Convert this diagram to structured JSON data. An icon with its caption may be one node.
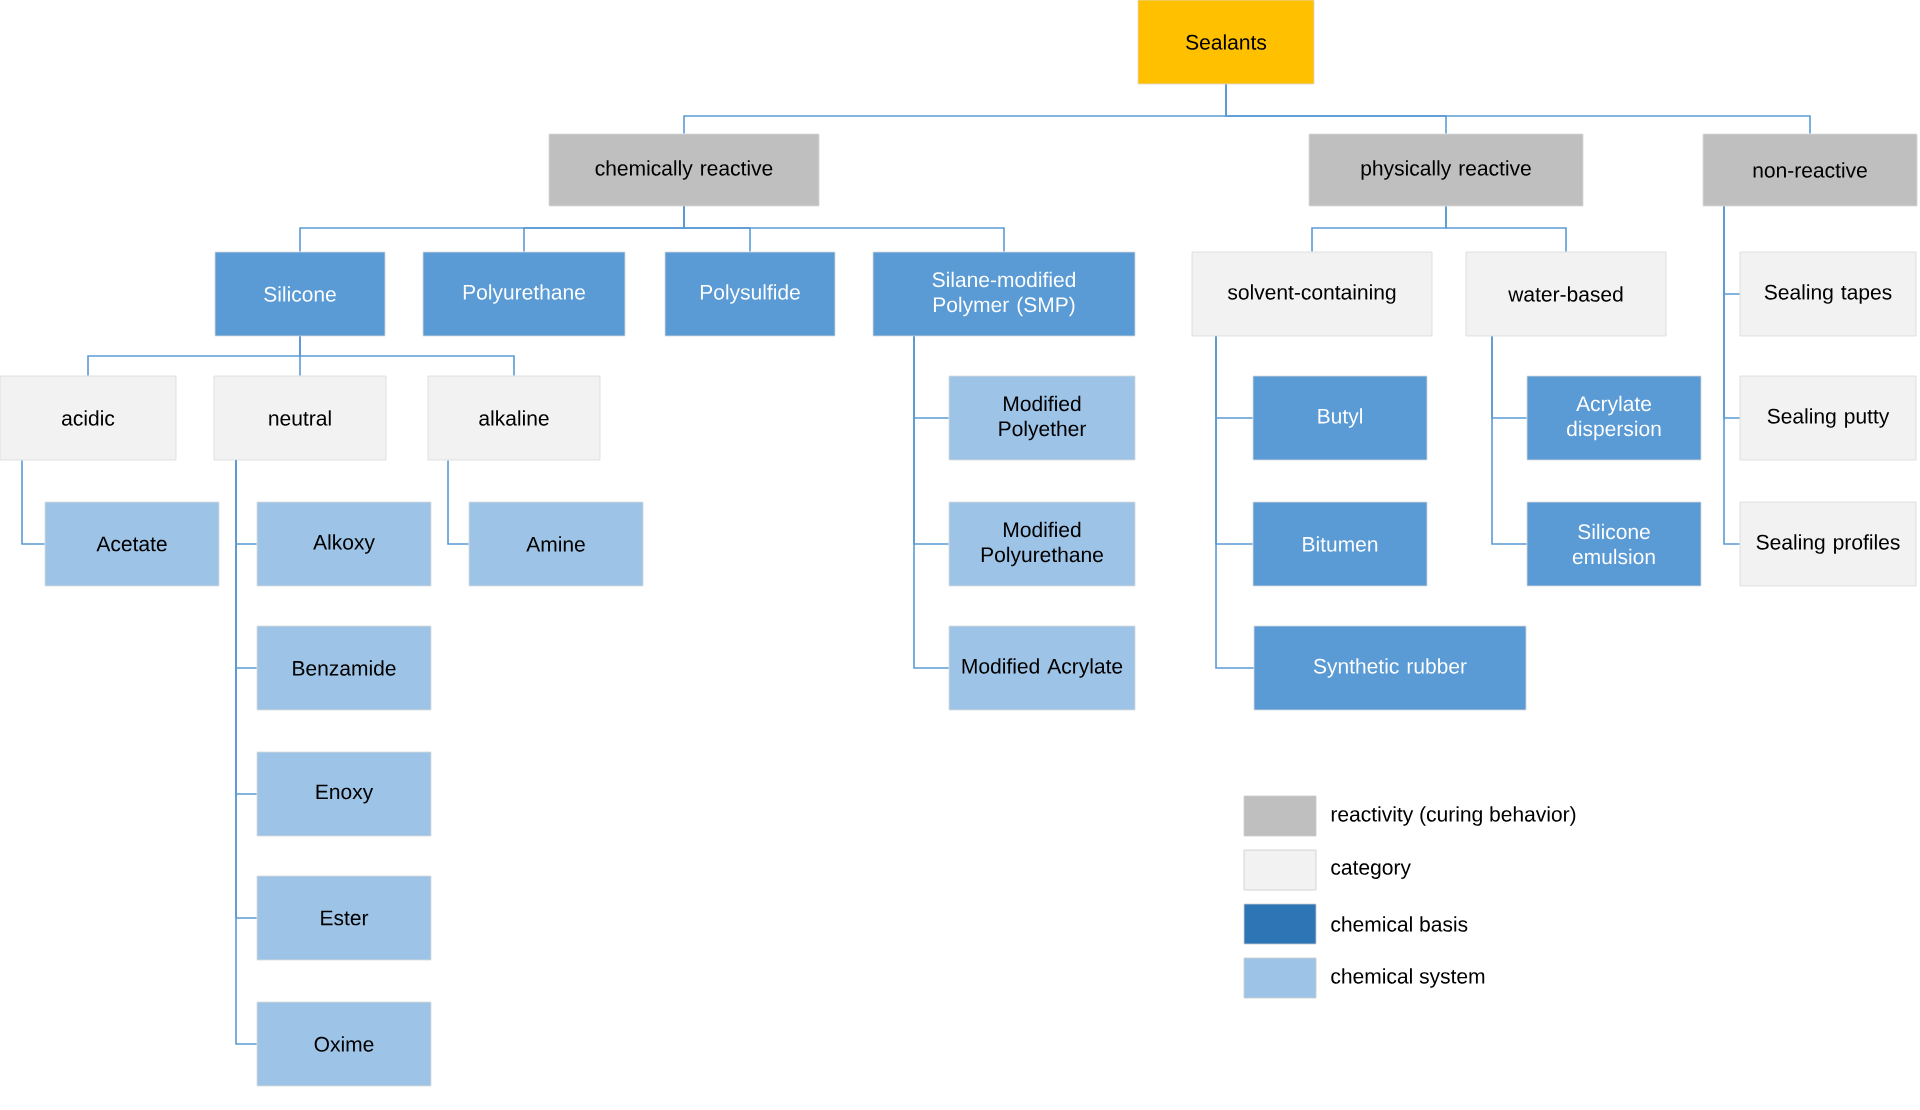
{
  "diagram": {
    "nodes": [
      {
        "text": [
          "Sealants"
        ]
      },
      {
        "text": [
          "chemically reactive"
        ]
      },
      {
        "text": [
          "physically reactive"
        ]
      },
      {
        "text": [
          "non-reactive"
        ]
      },
      {
        "text": [
          "Silicone"
        ]
      },
      {
        "text": [
          "Polyurethane"
        ]
      },
      {
        "text": [
          "Polysulfide"
        ]
      },
      {
        "text": [
          "Silane-modified Polymer (SMP)"
        ]
      },
      {
        "text": [
          "solvent-containing"
        ]
      },
      {
        "text": [
          "water-based"
        ]
      },
      {
        "text": [
          "Sealing tapes"
        ]
      },
      {
        "text": [
          "acidic"
        ]
      },
      {
        "text": [
          "neutral"
        ]
      },
      {
        "text": [
          "alkaline"
        ]
      },
      {
        "text": [
          "Modified Polyether"
        ]
      },
      {
        "text": [
          "Butyl"
        ]
      },
      {
        "text": [
          "Acrylate dispersion"
        ]
      },
      {
        "text": [
          "Sealing putty"
        ]
      },
      {
        "text": [
          "Acetate"
        ]
      },
      {
        "text": [
          "Alkoxy"
        ]
      },
      {
        "text": [
          "Amine"
        ]
      },
      {
        "text": [
          "Modified Polyurethane"
        ]
      },
      {
        "text": [
          "Bitumen"
        ]
      },
      {
        "text": [
          "Silicone emulsion"
        ]
      },
      {
        "text": [
          "Sealing profiles"
        ]
      },
      {
        "text": [
          "Benzamide"
        ]
      },
      {
        "text": [
          "Modified Acrylate"
        ]
      },
      {
        "text": [
          "Synthetic rubber"
        ]
      },
      {
        "text": [
          "Enoxy"
        ]
      },
      {
        "text": [
          "Ester"
        ]
      },
      {
        "text": [
          "Oxime"
        ]
      }
    ],
    "edges": [
      {
        "from": 0,
        "to": 1,
        "arrow": "none"
      },
      {
        "from": 0,
        "to": 2,
        "arrow": "none"
      },
      {
        "from": 0,
        "to": 3,
        "arrow": "none"
      },
      {
        "from": 1,
        "to": 4,
        "arrow": "none"
      },
      {
        "from": 1,
        "to": 5,
        "arrow": "none"
      },
      {
        "from": 1,
        "to": 6,
        "arrow": "none"
      },
      {
        "from": 1,
        "to": 7,
        "arrow": "none"
      },
      {
        "from": 2,
        "to": 8,
        "arrow": "none"
      },
      {
        "from": 2,
        "to": 9,
        "arrow": "none"
      },
      {
        "from": 3,
        "to": 10,
        "arrow": "none"
      },
      {
        "from": 3,
        "to": 17,
        "arrow": "none"
      },
      {
        "from": 3,
        "to": 24,
        "arrow": "none"
      },
      {
        "from": 4,
        "to": 11,
        "arrow": "none"
      },
      {
        "from": 4,
        "to": 12,
        "arrow": "none"
      },
      {
        "from": 4,
        "to": 13,
        "arrow": "none"
      },
      {
        "from": 7,
        "to": 14,
        "arrow": "none"
      },
      {
        "from": 7,
        "to": 21,
        "arrow": "none"
      },
      {
        "from": 7,
        "to": 26,
        "arrow": "none"
      },
      {
        "from": 8,
        "to": 15,
        "arrow": "none"
      },
      {
        "from": 8,
        "to": 22,
        "arrow": "none"
      },
      {
        "from": 8,
        "to": 27,
        "arrow": "none"
      },
      {
        "from": 9,
        "to": 16,
        "arrow": "none"
      },
      {
        "from": 9,
        "to": 23,
        "arrow": "none"
      },
      {
        "from": 11,
        "to": 18,
        "arrow": "none"
      },
      {
        "from": 12,
        "to": 19,
        "arrow": "none"
      },
      {
        "from": 12,
        "to": 25,
        "arrow": "none"
      },
      {
        "from": 12,
        "to": 28,
        "arrow": "none"
      },
      {
        "from": 12,
        "to": 29,
        "arrow": "none"
      },
      {
        "from": 12,
        "to": 30,
        "arrow": "none"
      },
      {
        "from": 13,
        "to": 20,
        "arrow": "none"
      }
    ],
    "legend": [
      {
        "text": "reactivity (curing behavior)",
        "color": "#bfbfbf"
      },
      {
        "text": "category",
        "color": "#f2f2f2"
      },
      {
        "text": "chemical basis",
        "color": "#2e75b6"
      },
      {
        "text": "chemical system",
        "color": "#9dc3e6"
      }
    ]
  }
}
